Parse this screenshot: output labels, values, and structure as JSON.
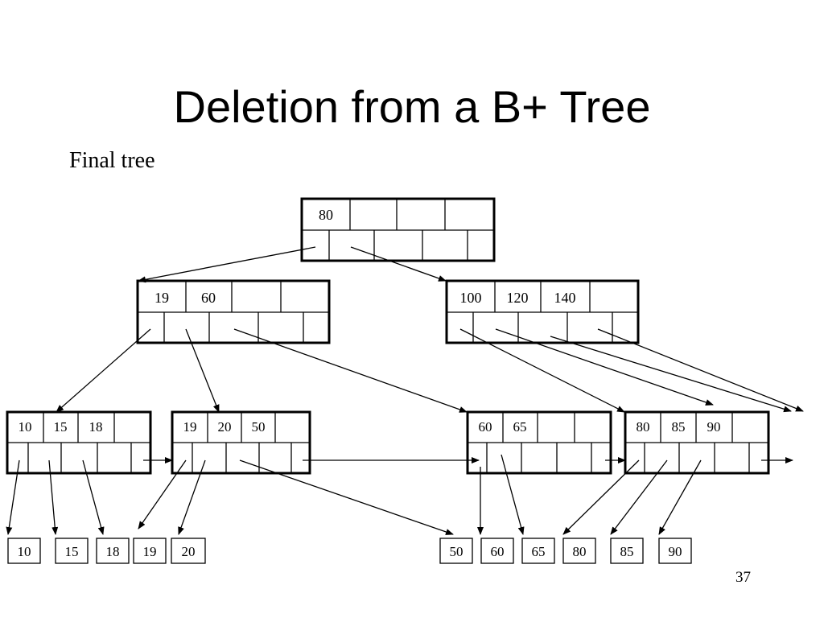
{
  "slide": {
    "title": "Deletion from a B+ Tree",
    "subtitle": "Final tree",
    "page_number": "37"
  },
  "tree": {
    "root": {
      "keys": [
        "80",
        "",
        "",
        ""
      ]
    },
    "internal": [
      {
        "keys": [
          "19",
          "60",
          "",
          ""
        ]
      },
      {
        "keys": [
          "100",
          "120",
          "140",
          ""
        ]
      }
    ],
    "leaves": [
      {
        "keys": [
          "10",
          "15",
          "18",
          ""
        ]
      },
      {
        "keys": [
          "19",
          "20",
          "50",
          ""
        ]
      },
      {
        "keys": [
          "60",
          "65",
          "",
          ""
        ]
      },
      {
        "keys": [
          "80",
          "85",
          "90",
          ""
        ]
      }
    ],
    "records": [
      "10",
      "15",
      "18",
      "19",
      "20",
      "50",
      "60",
      "65",
      "80",
      "85",
      "90"
    ]
  }
}
